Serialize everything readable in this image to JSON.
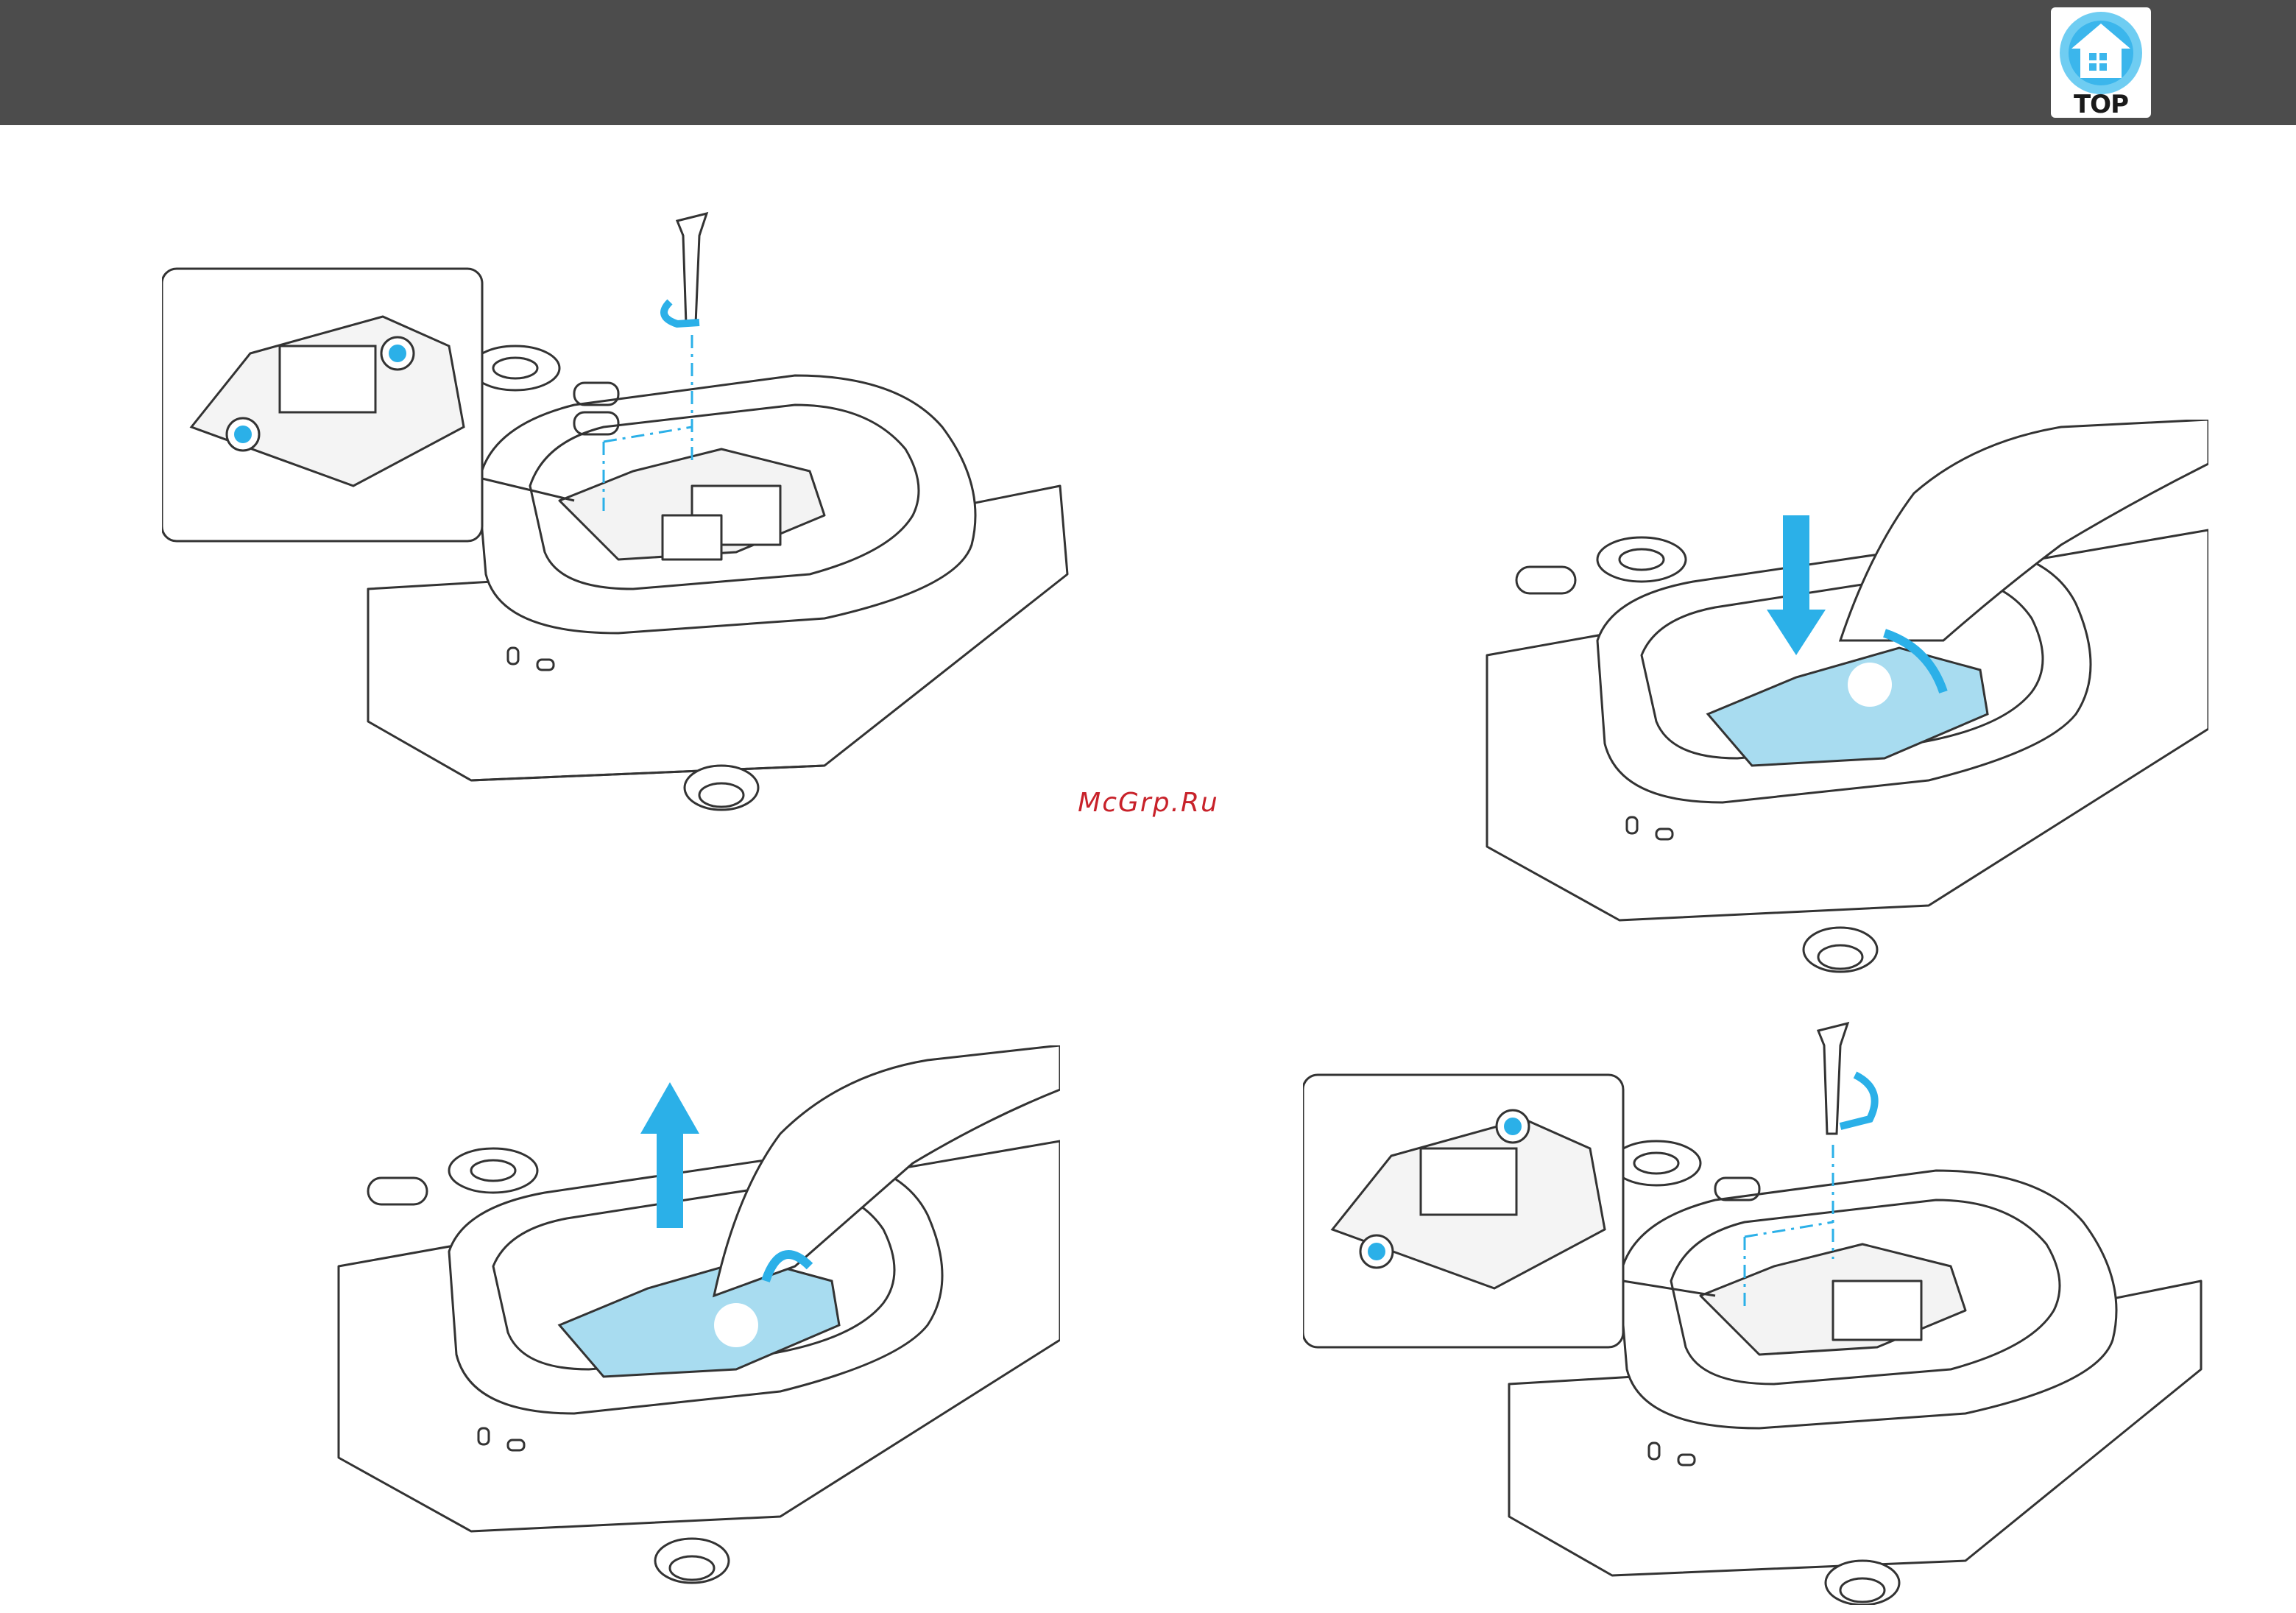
{
  "header": {
    "top_button_label": "TOP",
    "top_button_icon": "house-icon",
    "bar_color": "#4c4c4c",
    "accent_color": "#2bb0e8"
  },
  "watermark": "McGrp.Ru",
  "figures": [
    {
      "name": "loosen-lamp-screws",
      "icon": "screwdriver-icon"
    },
    {
      "name": "lift-lamp-out",
      "icon": "arrow-up-icon"
    },
    {
      "name": "insert-new-lamp",
      "icon": "arrow-down-icon"
    },
    {
      "name": "tighten-lamp-screws",
      "icon": "screwdriver-icon"
    }
  ]
}
